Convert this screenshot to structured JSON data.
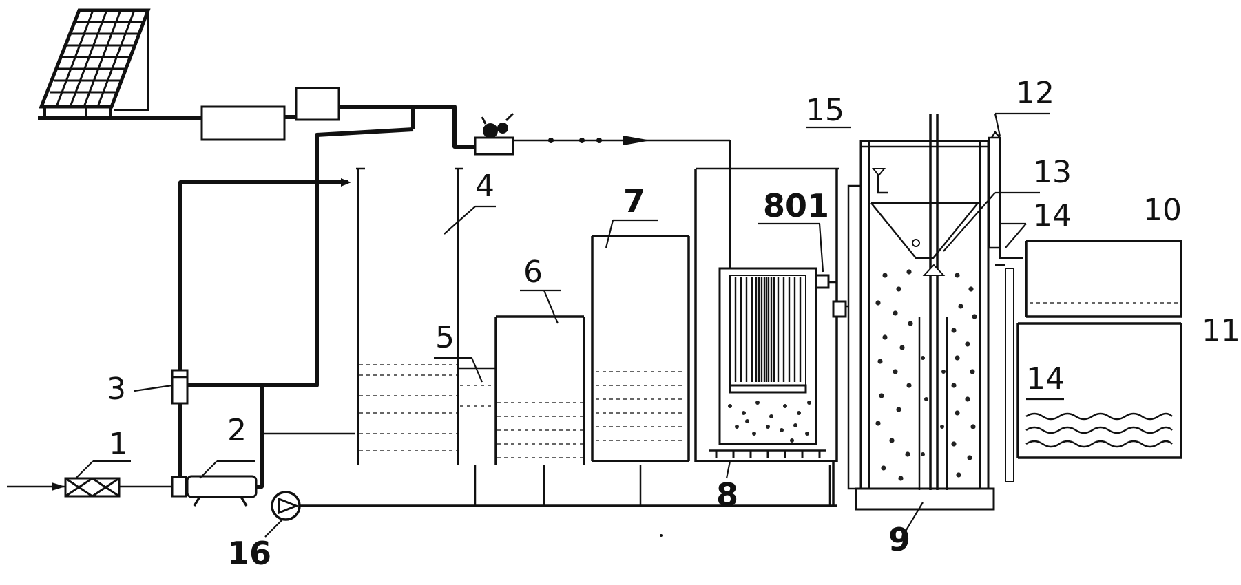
{
  "labels": {
    "l1": "1",
    "l2": "2",
    "l3": "3",
    "l4": "4",
    "l5": "5",
    "l6": "6",
    "l7": "7",
    "l8": "8",
    "l801": "801",
    "l9": "9",
    "l10": "10",
    "l11": "11",
    "l12": "12",
    "l13": "13",
    "l14a": "14",
    "l14b": "14",
    "l15": "15",
    "l16": "16"
  }
}
